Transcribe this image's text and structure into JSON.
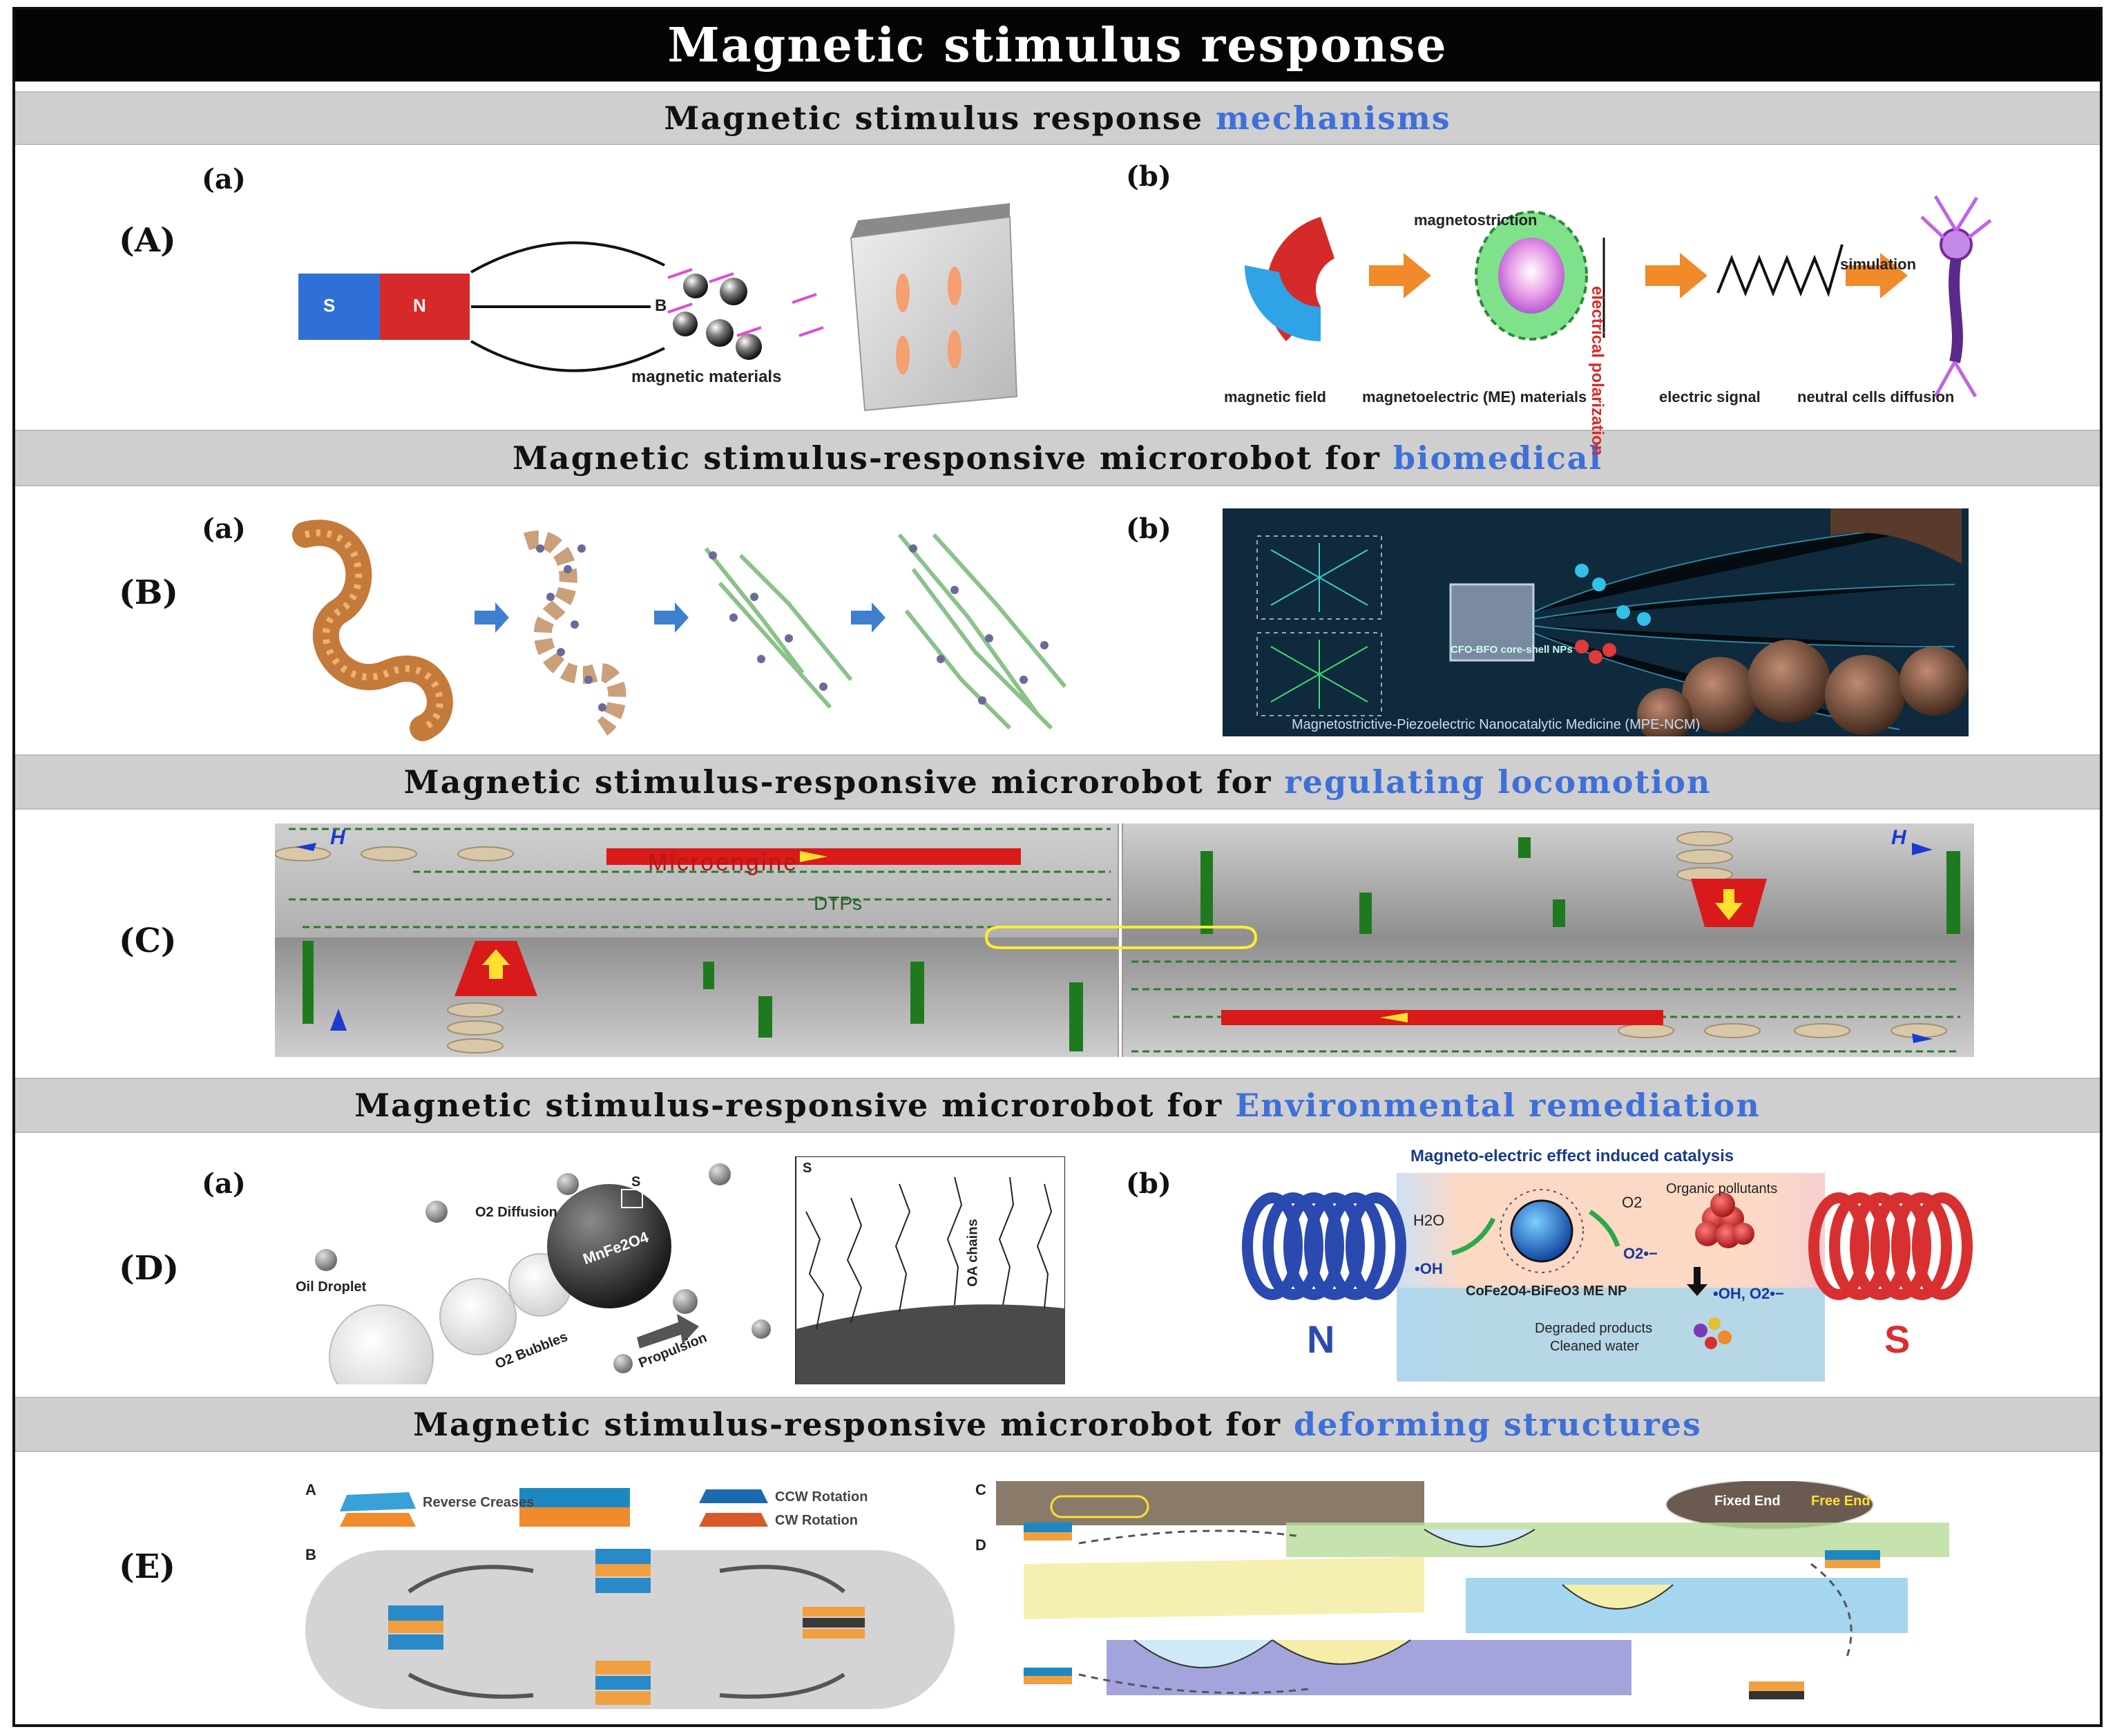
{
  "title": "Magnetic stimulus response",
  "sections": [
    {
      "text": "Magnetic stimulus response",
      "accent": "mechanisms"
    },
    {
      "text": "Magnetic  stimulus-responsive microrobot for",
      "accent": "biomedical"
    },
    {
      "text": "Magnetic stimulus-responsive microrobot for",
      "accent": "regulating locomotion"
    },
    {
      "text": "Magnetic stimulus-responsive microrobot for",
      "accent": "Environmental remediation"
    },
    {
      "text": "Magnetic stimulus-responsive microrobot for",
      "accent": "deforming structures"
    }
  ],
  "row_labels": [
    "(A)",
    "(B)",
    "(C)",
    "(D)",
    "(E)"
  ],
  "sub_labels": {
    "a": "(a)",
    "b": "(b)"
  },
  "panelA_a": {
    "magnet_s": "S",
    "magnet_n": "N",
    "field": "B",
    "caption": "magnetic materials"
  },
  "panelA_b": {
    "magnetostriction": "magnetostriction",
    "polarization": "electrical polarization",
    "simulation": "simulation",
    "caps": [
      "magnetic field",
      "magnetoelectric (ME) materials",
      "electric signal",
      "neutral cells diffusion"
    ]
  },
  "panelB_b": {
    "caption": "Magnetostrictive-Piezoelectric Nanocatalytic Medicine (MPE-NCM)",
    "np_label": "CFO-BFO core-shell NPs"
  },
  "panelC": {
    "microengine": "Microengine",
    "dtps": "DTPs",
    "field": "H"
  },
  "panelD_a": {
    "diffusion": "O2 Diffusion",
    "particle": "MnFe2O4",
    "oil": "Oil Droplet",
    "bubbles": "O2 Bubbles",
    "propulsion": "Propulsion",
    "s": "S",
    "chains": "OA chains"
  },
  "panelD_b": {
    "title": "Magneto-electric effect induced catalysis",
    "h2o": "H2O",
    "o2": "O2",
    "o2rad": "O2•−",
    "oh": "•OH",
    "pollutants": "Organic pollutants",
    "np": "CoFe2O4-BiFeO3 ME NP",
    "products": "•OH, O2•−",
    "degraded": "Degraded products",
    "cleaned": "Cleaned water",
    "n": "N",
    "s": "S"
  },
  "panelE": {
    "a": "A",
    "b": "B",
    "c": "C",
    "d": "D",
    "reverse": "Reverse Creases",
    "ccw": "CCW Rotation",
    "cw": "CW Rotation",
    "fixed": "Fixed End",
    "free": "Free End"
  },
  "colors": {
    "accent": "#3f6fd8",
    "band": "#cfcfcf",
    "magnet_s": "#2f6fd6",
    "magnet_n": "#d62a2a",
    "arrow_orange": "#f08a2a"
  }
}
